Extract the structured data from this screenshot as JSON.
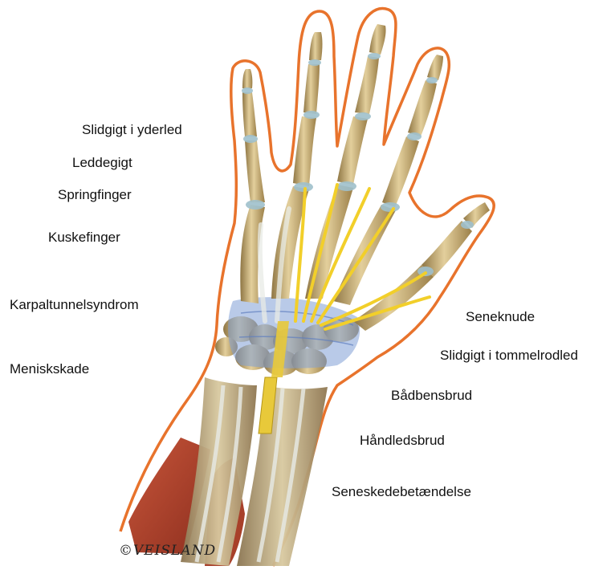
{
  "labels": {
    "left": [
      "Slidgigt i yderled",
      "Leddegigt",
      "Springfinger",
      "Kuskefinger",
      "Karpaltunnelsyndrom",
      "Meniskskade"
    ],
    "right": [
      "Seneknude",
      "Slidgigt i tommelrodled",
      "Bådbensbrud",
      "Håndledsbrud",
      "Seneskedebetændelse"
    ]
  },
  "signature": "©VEISLAND",
  "colors": {
    "outline": "#e8732c",
    "bone": "#c9ad74",
    "joint": "#9fc0cc",
    "tendon": "#f2cf2a",
    "ligament": "#7f9fd6",
    "muscle": "#b8452d",
    "text": "#111111"
  }
}
